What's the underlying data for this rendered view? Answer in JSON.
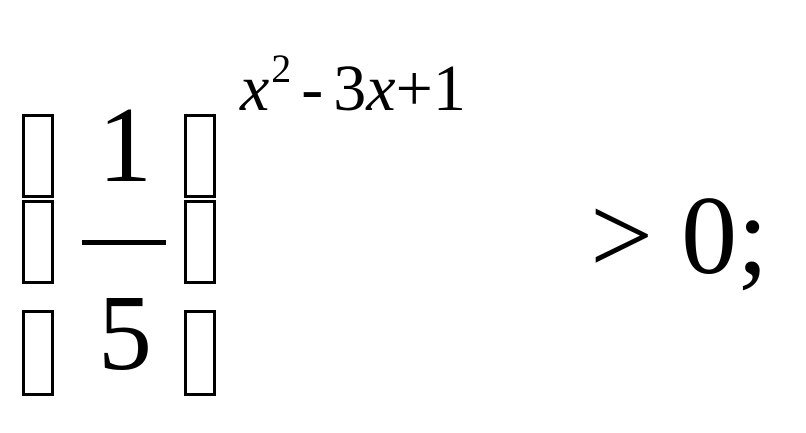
{
  "expression": {
    "numerator": "1",
    "denominator": "5",
    "exponent": {
      "base_var": "x",
      "power": "2",
      "minus": "-",
      "coef": "3",
      "var2": "x",
      "plus": "+",
      "constant": "1"
    },
    "relation": "> 0;"
  }
}
